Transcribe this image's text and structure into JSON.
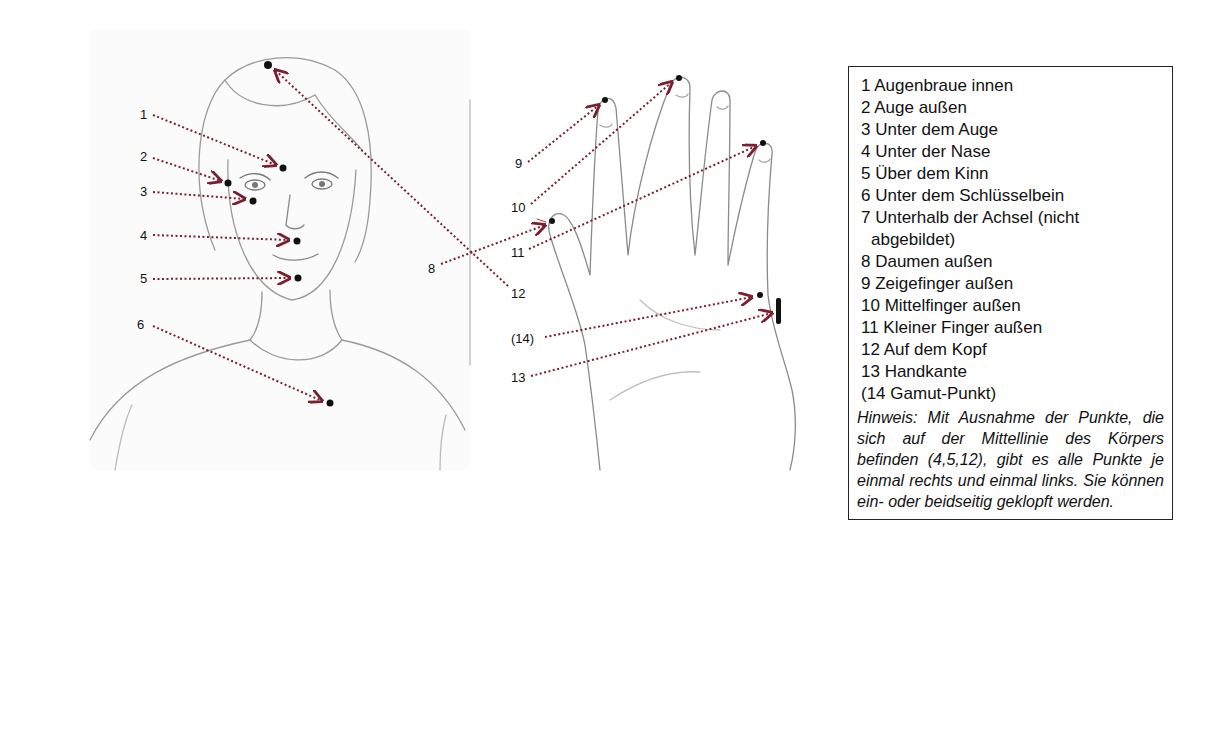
{
  "diagram": {
    "nodes": [
      {
        "text": [
          "1 Augenbraue innen",
          "2 Auge außen",
          "3 Unter dem Auge",
          "4 Unter der Nase",
          "5 Über dem Kinn",
          "6 Unter dem Schlüsselbein",
          "7 Unterhalb der Achsel (nicht abgebildet)",
          "8 Daumen außen",
          "9 Zeigefinger außen",
          "10 Mittelfinger außen",
          "11 Kleiner Finger außen",
          "12 Auf dem Kopf",
          "13 Handkante",
          "(14 Gamut-Punkt)",
          "Hinweis: Mit Ausnahme der Punkte, die sich auf der Mittellinie des Körpers befinden (4,5,12), gibt es alle Punkte je einmal rechts und einmal links. Sie können ein- oder beidseitig geklopft werden."
        ]
      }
    ],
    "labels": [
      "1",
      "2",
      "3",
      "4",
      "5",
      "6",
      "9",
      "10",
      "8",
      "11",
      "12",
      "(14)",
      "13"
    ]
  }
}
